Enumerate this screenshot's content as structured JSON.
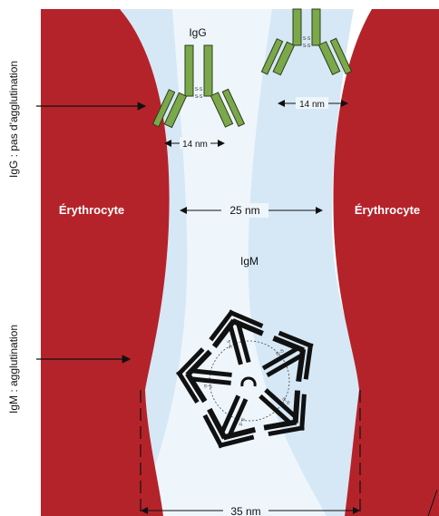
{
  "labels": {
    "igg_side": "IgG : pas d'agglutination",
    "igm_side": "IgM : agglutination",
    "erythrocyte_left": "Érythrocyte",
    "erythrocyte_right": "Érythrocyte",
    "igg_title": "IgG",
    "igm_title": "IgM",
    "dist_igg_left": "14 nm",
    "dist_igg_right": "14 nm",
    "dist_center": "25 nm",
    "dist_igm": "35 nm",
    "disulfide": "S–S"
  },
  "colors": {
    "erythrocyte": "#b5232a",
    "erythrocyte_text": "#ffffff",
    "igg_fill": "#7aa84a",
    "igg_outline": "#2f3d1c",
    "igm_fill": "#111111",
    "gap_haze": "#cfe3f3",
    "line": "#111111"
  }
}
